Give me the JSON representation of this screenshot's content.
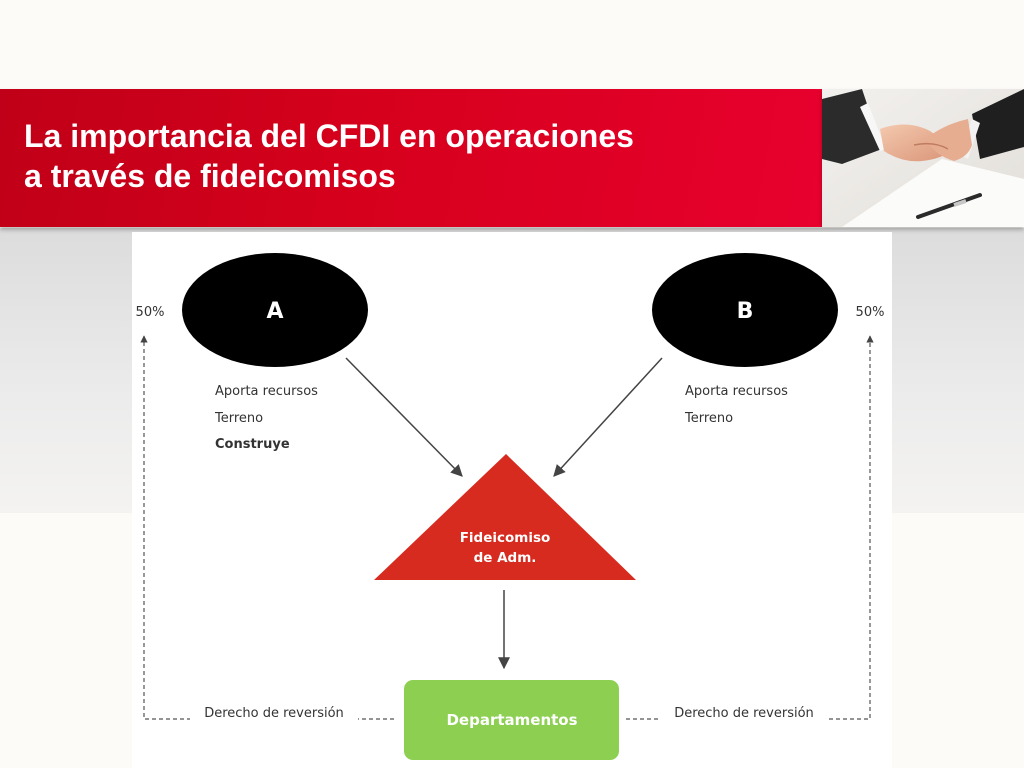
{
  "header": {
    "title_line1": "La importancia del CFDI en operaciones",
    "title_line2": "a través de fideicomisos"
  },
  "diagram": {
    "party_a": {
      "label": "A",
      "percent": "50%",
      "items": [
        "Aporta recursos",
        "Terreno",
        "Construye"
      ]
    },
    "party_b": {
      "label": "B",
      "percent": "50%",
      "items": [
        "Aporta recursos",
        "Terreno"
      ]
    },
    "trust": {
      "line1": "Fideicomiso",
      "line2": "de Adm."
    },
    "result": {
      "label": "Departamentos"
    },
    "left_return_label": "Derecho de reversión",
    "right_return_label": "Derecho de reversión"
  },
  "colors": {
    "header_red": "#d6001c",
    "trust_red": "#d62b1e",
    "result_green": "#8ccf51",
    "party_fill": "#000000"
  }
}
